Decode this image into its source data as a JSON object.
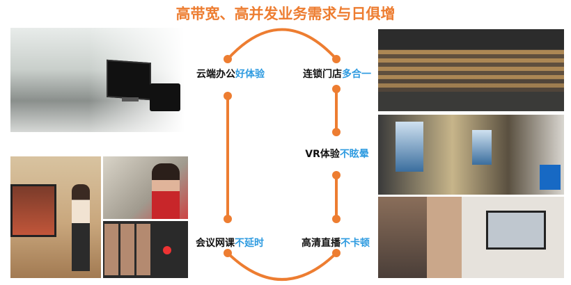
{
  "title": "高带宽、高并发业务需求与日俱增",
  "accent_color": "#ED7D31",
  "highlight_color": "#2E9BE0",
  "scenarios": [
    {
      "main": "云端办公",
      "highlight": "好体验"
    },
    {
      "main": "连锁门店",
      "highlight": "多合一"
    },
    {
      "main": "VR体验",
      "highlight": "不眩晕"
    },
    {
      "main": "会议网课",
      "highlight": "不延时"
    },
    {
      "main": "高清直播",
      "highlight": "不卡顿"
    }
  ],
  "photos": {
    "office": "office-classroom-photo",
    "classroom": "smart-classroom-photo",
    "video_call": "online-class-photo",
    "group_call": "video-conference-photo",
    "store": "chain-store-photo",
    "vr": "vr-experience-photo",
    "live": "live-streaming-photo"
  }
}
